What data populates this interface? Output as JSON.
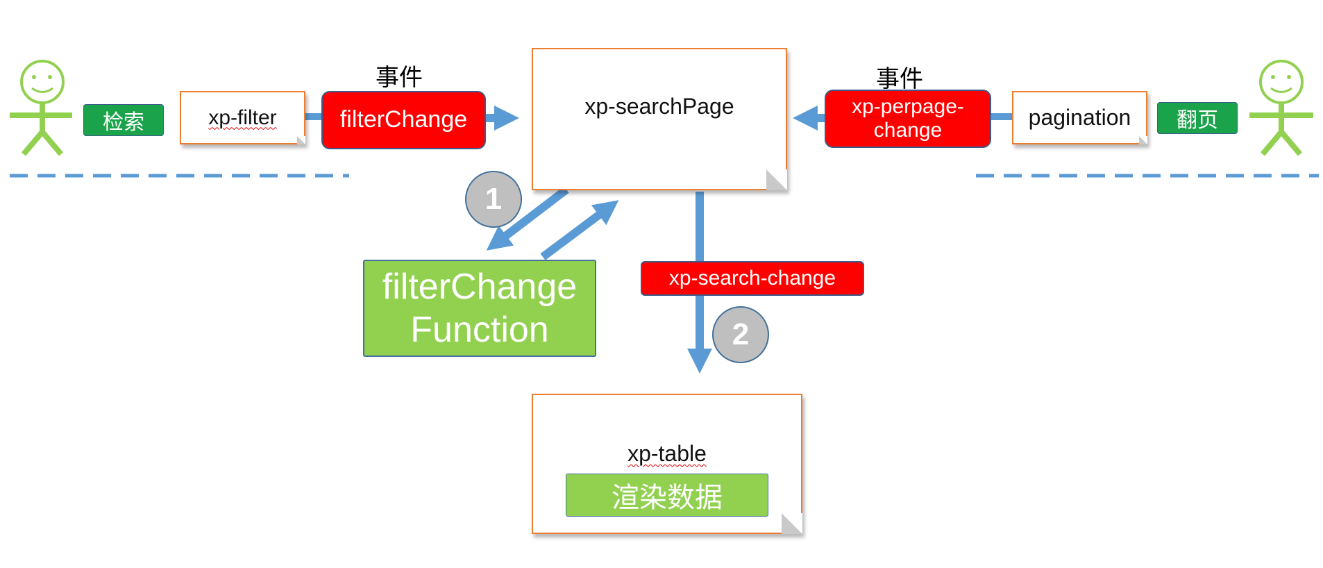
{
  "actors": {
    "left_tag": "检索",
    "right_tag": "翻页"
  },
  "event_label_left": "事件",
  "event_label_right": "事件",
  "components": {
    "filter": "xp-filter",
    "pagination": "pagination",
    "search_page": "xp-searchPage",
    "table": "xp-table"
  },
  "events": {
    "filter_change": "filterChange",
    "perpage_change_line1": "xp-perpage-",
    "perpage_change_line2": "change",
    "search_change": "xp-search-change"
  },
  "function_box": {
    "line1": "filterChange",
    "line2": "Function"
  },
  "render_data": "渲染数据",
  "steps": [
    "1",
    "2"
  ],
  "colors": {
    "accent_blue": "#5b9bd5",
    "event_red": "#ff0000",
    "green_dark": "#1aa34a",
    "green_light": "#92d050",
    "box_border_orange": "#ed7d31",
    "badge_gray": "#bfbfbf"
  }
}
